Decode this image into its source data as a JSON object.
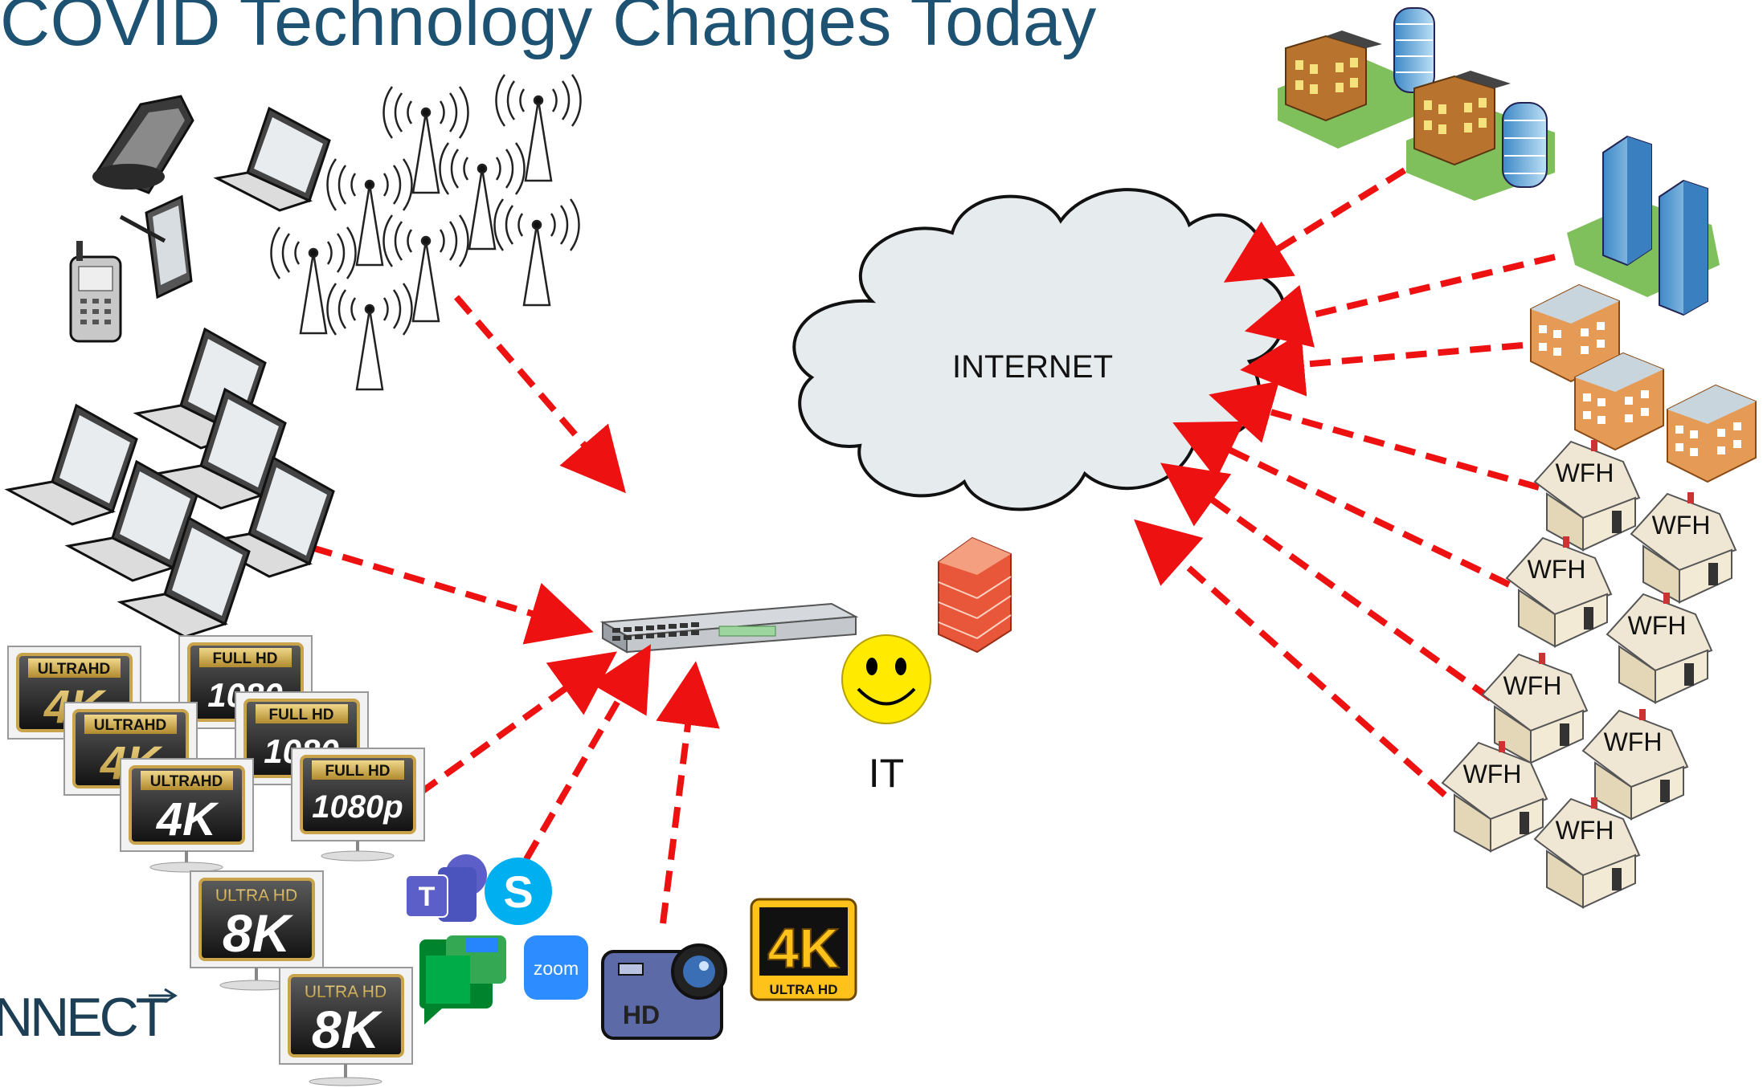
{
  "title": "COVID Technology Changes Today",
  "internet_label": "INTERNET",
  "it_label": "IT",
  "logo_text": "NNECT",
  "wfh_label": "WFH",
  "badges": {
    "ultra": "ULTRA",
    "hd": "HD",
    "fullhd": "FULL HD",
    "res_4k": "4K",
    "res_1080": "1080",
    "res_1080p": "1080p",
    "ultrahd_spaced": "ULTRA HD",
    "res_8k": "8K"
  },
  "apps": {
    "teams_letter": "T",
    "zoom_text": "zoom",
    "camera_text": "HD",
    "badge4k_big": "4K",
    "badge4k_small": "ULTRA HD"
  },
  "colors": {
    "title": "#1d5272",
    "arrow": "#ee1111",
    "cloud_fill": "#e6ebee",
    "firewall": "#e8573a",
    "gold": "#caa44a",
    "smiley": "#ffea00"
  }
}
